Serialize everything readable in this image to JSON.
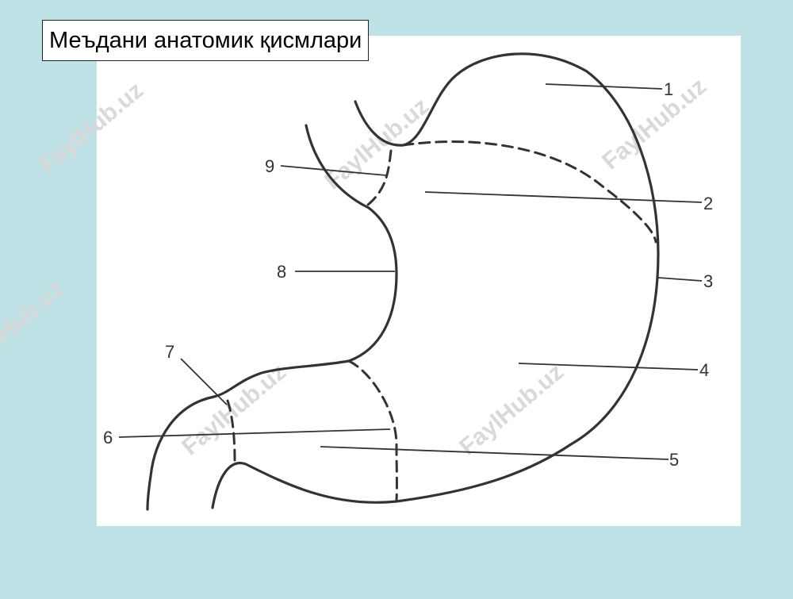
{
  "title": "Меъдани анатомик қисмлари",
  "labels": {
    "l1": "1",
    "l2": "2",
    "l3": "3",
    "l4": "4",
    "l5": "5",
    "l6": "6",
    "l7": "7",
    "l8": "8",
    "l9": "9"
  },
  "watermark": "FaylHub.uz",
  "colors": {
    "background": "#bfe2e6",
    "panel": "#ffffff",
    "line": "#3a3a3a",
    "watermark": "#d7d7d7"
  }
}
